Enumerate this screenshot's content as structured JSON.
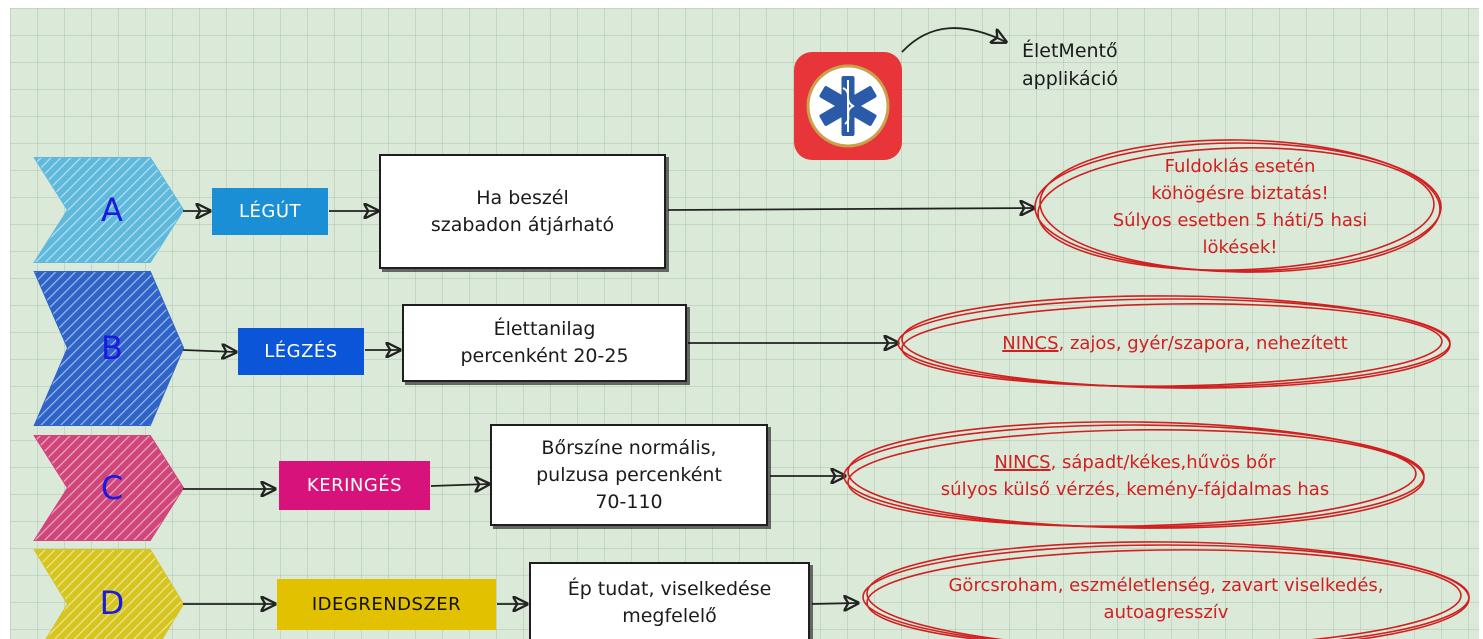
{
  "app": {
    "label_line1": "ÉletMentő",
    "label_line2": "applikáció",
    "icon": "star-of-life-icon"
  },
  "rows": [
    {
      "letter": "A",
      "tag": "LÉGÚT",
      "normal": "Ha beszél\nszabadon átjárható",
      "alert_lines": [
        "Fuldoklás esetén",
        "köhögésre biztatás!",
        "Súlyos esetben 5 háti/5 hasi",
        "lökések!"
      ],
      "alert_underline": "",
      "colors": {
        "chevron": "#5fb9dc",
        "tag_bg": "#1b8fd6",
        "tag_text": "#ffffff"
      }
    },
    {
      "letter": "B",
      "tag": "LÉGZÉS",
      "normal": "Élettanilag\npercenként 20-25",
      "alert_lines": [
        ", zajos, gyér/szapora, nehezített"
      ],
      "alert_underline": "NINCS",
      "colors": {
        "chevron": "#2e64c8",
        "tag_bg": "#0b56d8",
        "tag_text": "#ffffff"
      }
    },
    {
      "letter": "C",
      "tag": "KERINGÉS",
      "normal": "Bőrszíne normális,\npulzusa percenként\n70-110",
      "alert_lines": [
        ", sápadt/kékes,hűvös bőr",
        "súlyos külső vérzés, kemény-fájdalmas has"
      ],
      "alert_underline": "NINCS",
      "colors": {
        "chevron": "#d0457a",
        "tag_bg": "#d7127a",
        "tag_text": "#ffffff"
      }
    },
    {
      "letter": "D",
      "tag": "IDEGRENDSZER",
      "normal": "Ép tudat, viselkedése\nmegfelelő",
      "alert_lines": [
        "Görcsroham, eszméletlenség, zavart viselkedés,",
        "autoagresszív"
      ],
      "alert_underline": "",
      "colors": {
        "chevron": "#d6c51e",
        "tag_bg": "#e2c100",
        "tag_text": "#111111"
      }
    }
  ],
  "colors": {
    "arrow": "#222222",
    "oval": "#d02020",
    "app_bg": "#e8353a",
    "app_inner": "#2a5aa8"
  }
}
